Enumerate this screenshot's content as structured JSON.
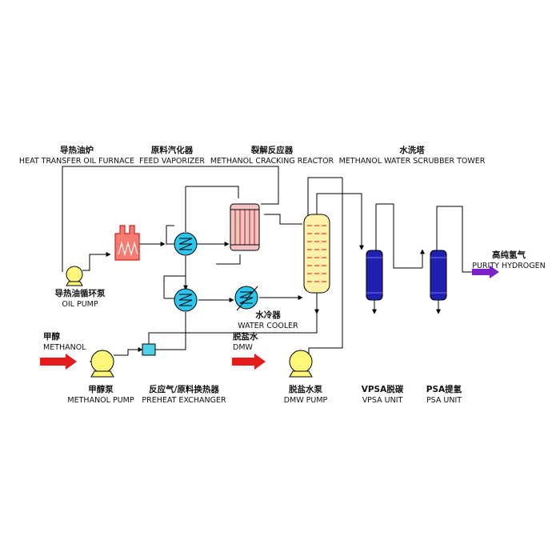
{
  "labels": {
    "furnace_cn": "导热油炉",
    "furnace_en": "HEAT TRANSFER OIL FURNACE",
    "vaporizer_cn": "原料汽化器",
    "vaporizer_en": "FEED VAPORIZER",
    "reactor_cn": "裂解反应器",
    "reactor_en": "METHANOL CRACKING REACTOR",
    "scrubber_cn": "水洗塔",
    "scrubber_en": "METHANOL WATER SCRUBBER TOWER",
    "oil_pump_cn": "导热油循环泵",
    "oil_pump_en": "OIL PUMP",
    "hydrogen_cn": "高纯氢气",
    "hydrogen_en": "PURITY HYDROGEN",
    "water_cooler_cn": "水冷器",
    "water_cooler_en": "WATER COOLER",
    "methanol_cn": "甲醇",
    "methanol_en": "METHANOL",
    "dmw_cn": "脱盐水",
    "dmw_en": "DMW",
    "methanol_pump_cn": "甲醇泵",
    "methanol_pump_en": "METHANOL PUMP",
    "preheat_cn": "反应气/原料换热器",
    "preheat_en": "PREHEAT EXCHANGER",
    "dmw_pump_cn": "脱盐水泵",
    "dmw_pump_en": "DMW PUMP",
    "vpsa_cn": "VPSA脱碳",
    "vpsa_en": "VPSA UNIT",
    "psa_cn": "PSA提氢",
    "psa_en": "PSA UNIT"
  },
  "colors": {
    "line": "#000000",
    "furnace_fill": "#f47c72",
    "furnace_stroke": "#d6201b",
    "exchanger_fill": "#29c6f0",
    "reactor_fill": "#f3c2c2",
    "reactor_tube": "#c0392b",
    "scrubber_fill": "#fff2a8",
    "scrubber_plate": "#e8402f",
    "column_fill": "#2020b0",
    "pump_fill": "#fff67a",
    "preheat_fill": "#4fd1e6",
    "feed_arrow": "#e41b1b",
    "product_arrow": "#7a22c8"
  }
}
